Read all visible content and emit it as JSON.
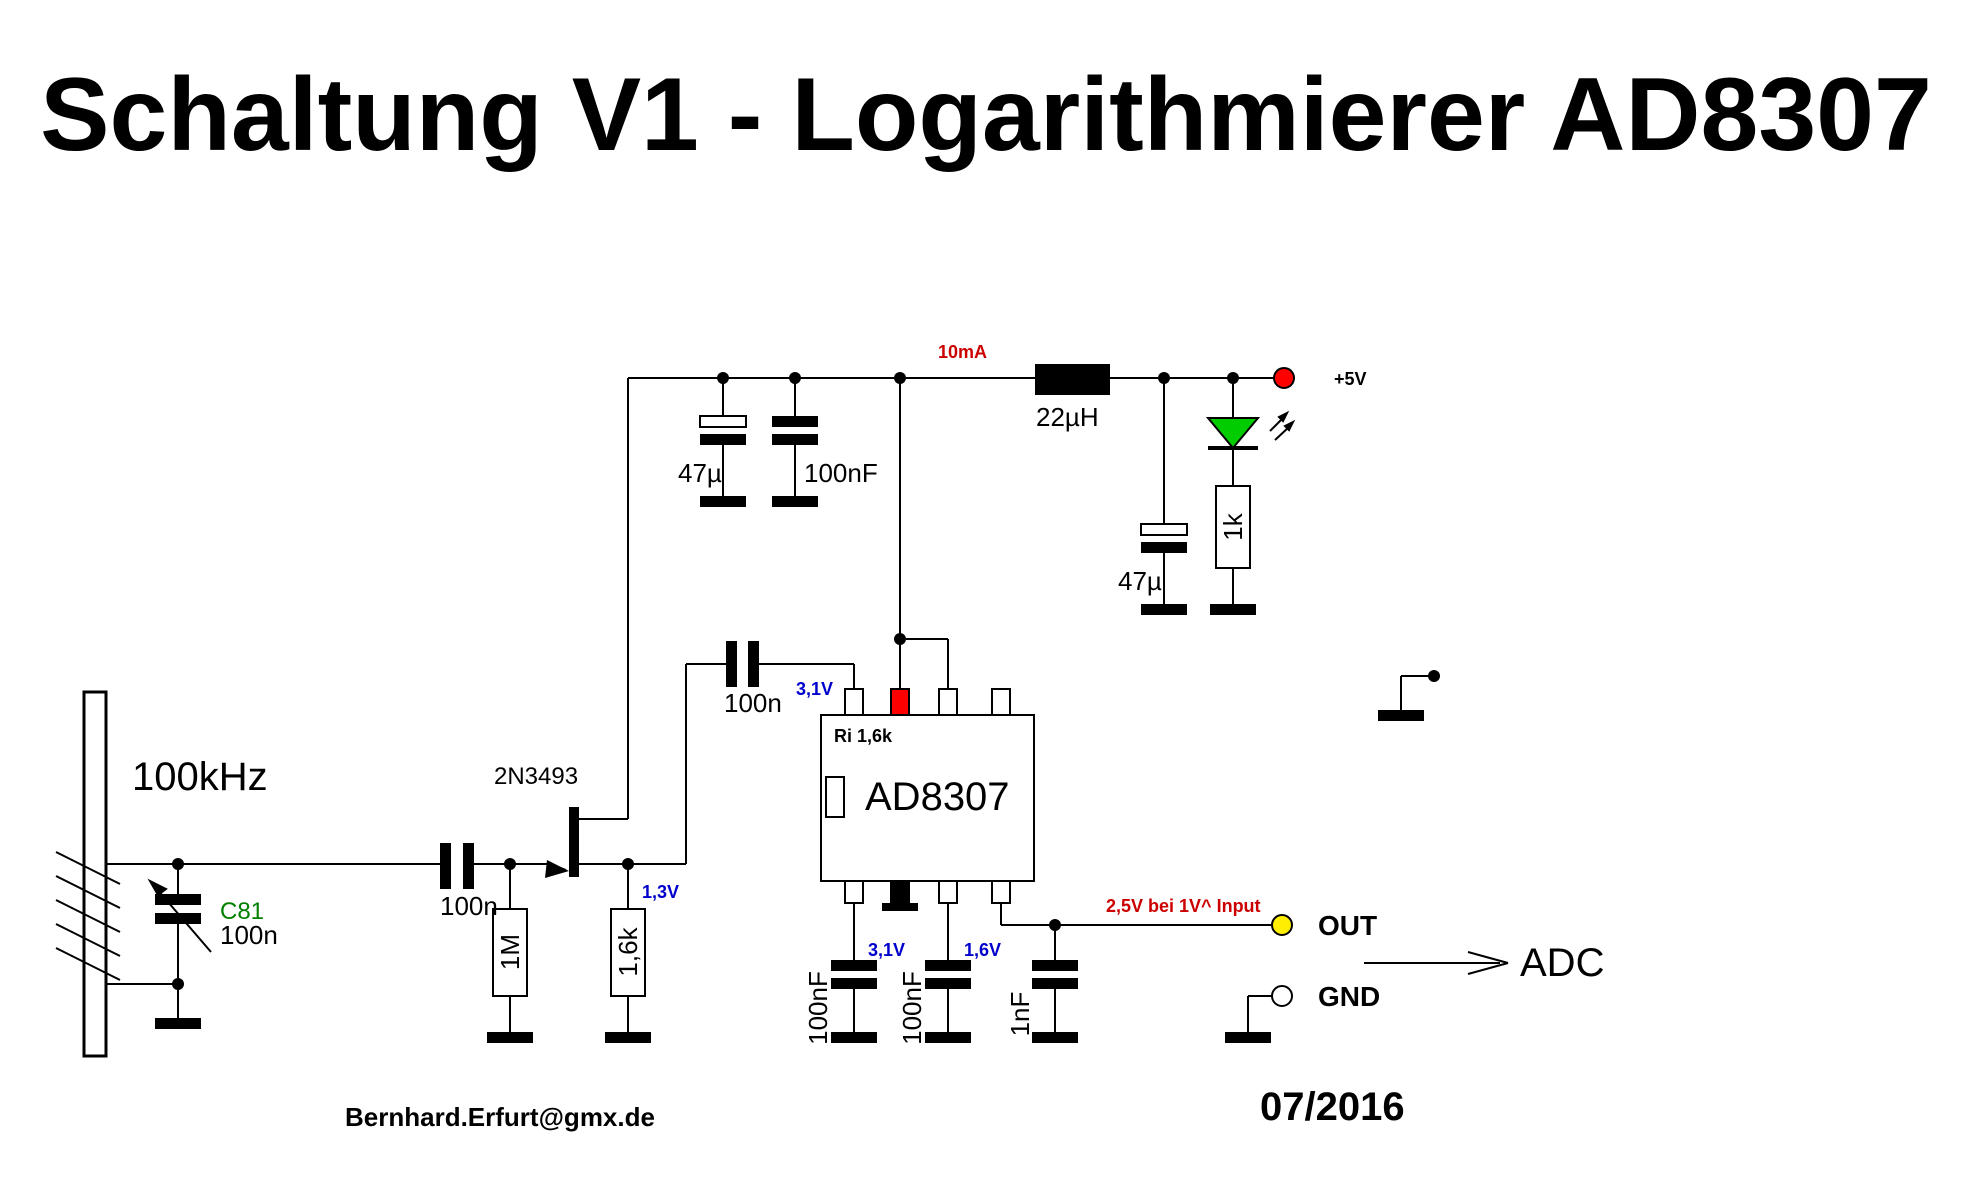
{
  "title": "Schaltung V1 - Logarithmierer AD8307",
  "colors": {
    "red_text": "#cc0000",
    "blue_text": "#0000cc",
    "green_text": "#008000",
    "led_green": "#00cc00",
    "supply_red": "#ff0000",
    "out_yellow": "#ffee00"
  },
  "labels": {
    "current": "10mA",
    "inductor": "22µH",
    "supply": "+5V",
    "cap_47u_a": "47µ",
    "cap_100nf_a": "100nF",
    "cap_47u_b": "47µ",
    "res_1k": "1k",
    "antenna_freq": "100kHz",
    "trim_cap_name": "C81",
    "trim_cap_value": "100n",
    "transistor": "2N3493",
    "cap_coupling_1": "100n",
    "cap_coupling_2": "100n",
    "res_1M": "1M",
    "res_1k6": "1,6k",
    "volt_emitter": "1,3V",
    "volt_pin": "3,1V",
    "ic_ri": "Ri 1,6k",
    "ic_name": "AD8307",
    "volt_bottom_1": "3,1V",
    "volt_bottom_2": "1,6V",
    "cap_bot_1": "100nF",
    "cap_bot_2": "100nF",
    "cap_bot_3": "1nF",
    "out_note": "2,5V bei 1V^ Input",
    "out": "OUT",
    "gnd": "GND",
    "adc": "ADC",
    "email": "Bernhard.Erfurt@gmx.de",
    "date": "07/2016"
  }
}
